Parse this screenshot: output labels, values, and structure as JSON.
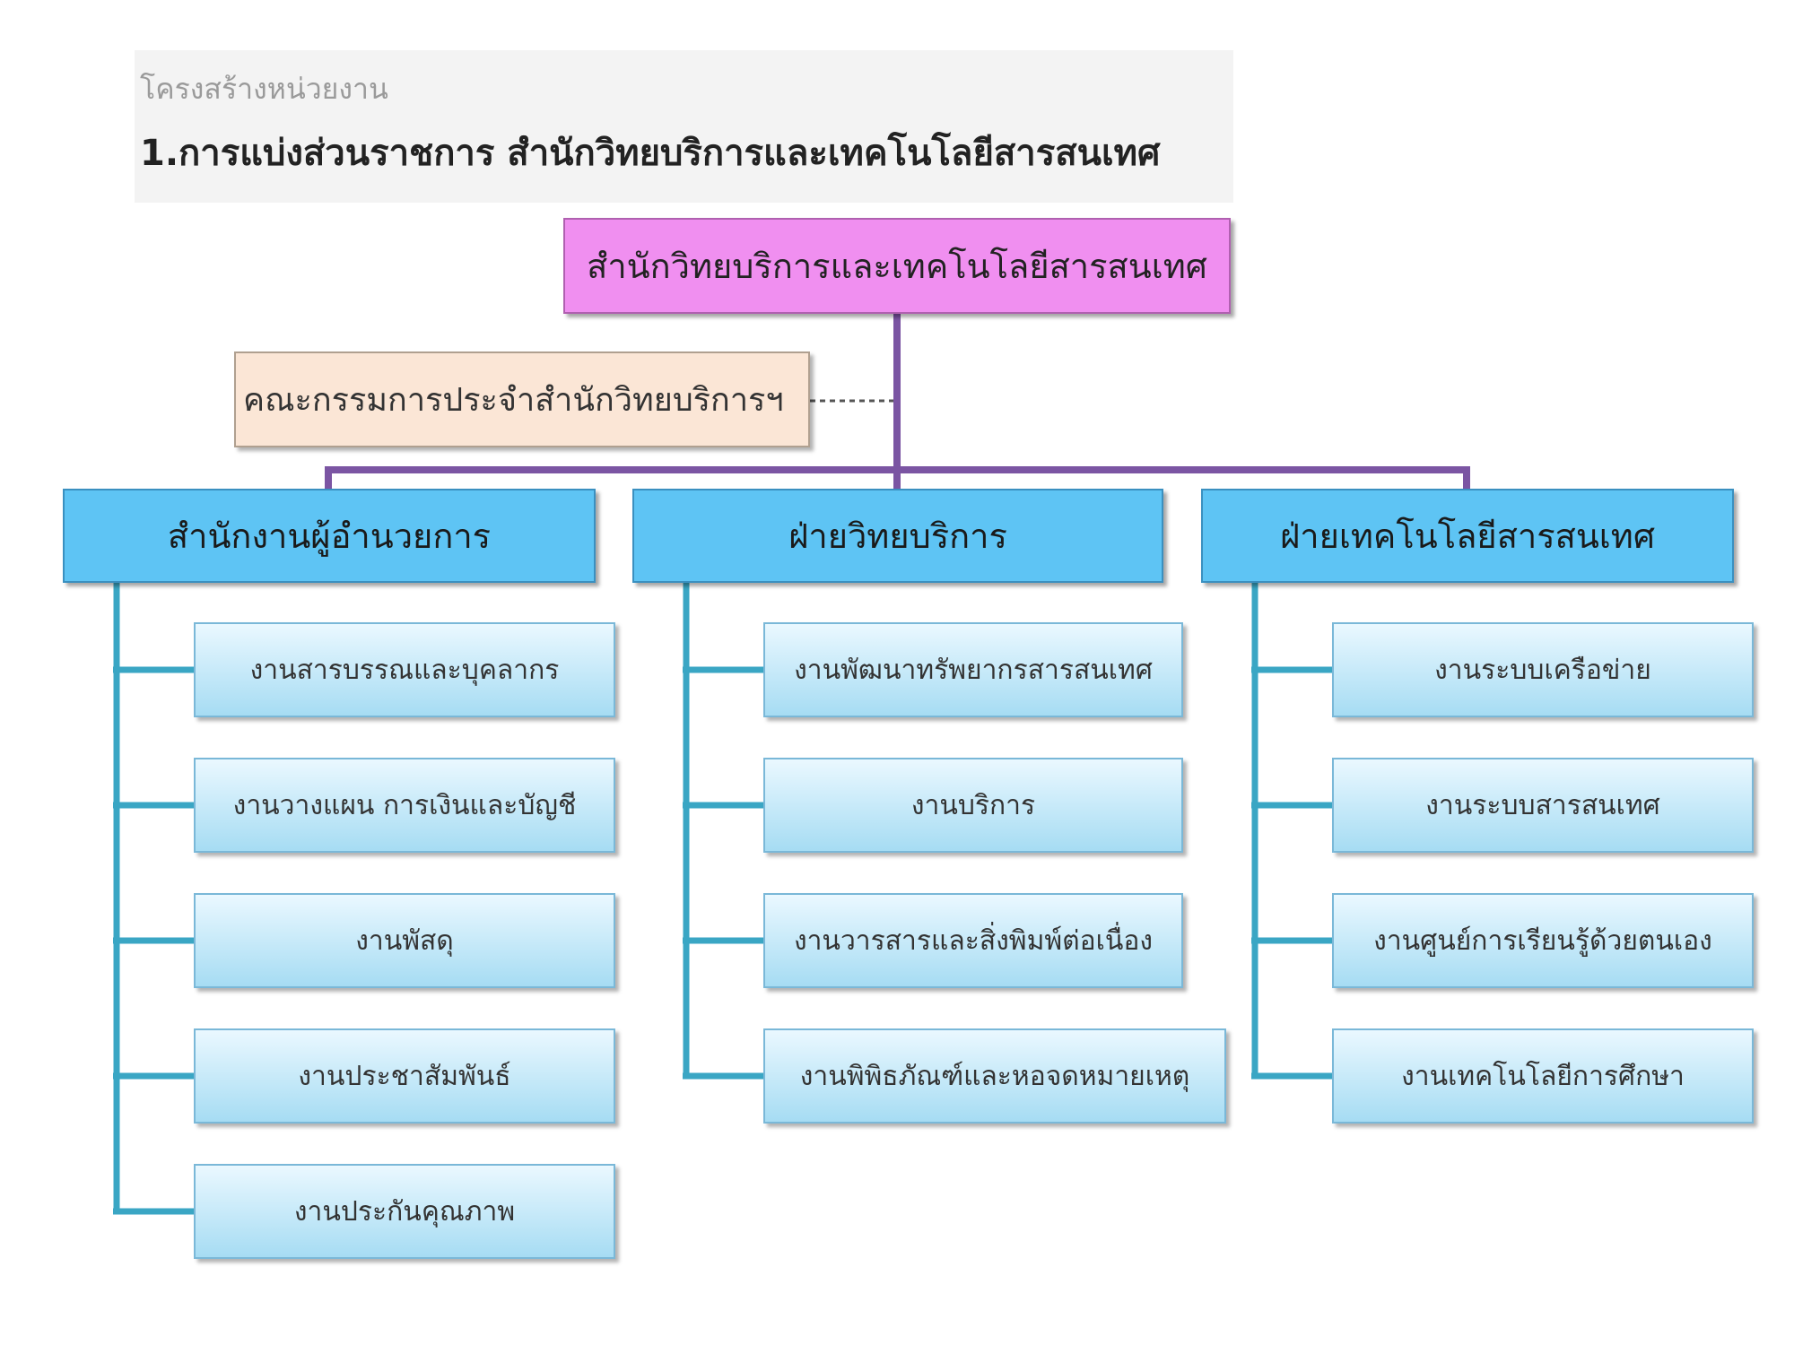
{
  "header": {
    "subtitle": "โครงสร้างหน่วยงาน",
    "title": "1.การแบ่งส่วนราชการ สำนักวิทยบริการและเทคโนโลยีสารสนเทศ"
  },
  "chart": {
    "root": "สำนักวิทยบริการและเทคโนโลยีสารสนเทศ",
    "committee": "คณะกรรมการประจำสำนักวิทยบริการฯ",
    "departments": [
      {
        "name": "สำนักงานผู้อำนวยการ",
        "units": [
          "งานสารบรรณและบุคลากร",
          "งานวางแผน การเงินและบัญชี",
          "งานพัสดุ",
          "งานประชาสัมพันธ์",
          "งานประกันคุณภาพ"
        ]
      },
      {
        "name": "ฝ่ายวิทยบริการ",
        "units": [
          "งานพัฒนาทรัพยากรสารสนเทศ",
          "งานบริการ",
          "งานวารสารและสิ่งพิมพ์ต่อเนื่อง",
          "งานพิพิธภัณฑ์และหอจดหมายเหตุ"
        ]
      },
      {
        "name": "ฝ่ายเทคโนโลยีสารสนเทศ",
        "units": [
          "งานระบบเครือข่าย",
          "งานระบบสารสนเทศ",
          "งานศูนย์การเรียนรู้ด้วยตนเอง",
          "งานเทคโนโลยีการศึกษา"
        ]
      }
    ]
  },
  "colors": {
    "root_fill": "#f08ff0",
    "committee_fill": "#fbe6d6",
    "department_fill": "#5ec4f4",
    "unit_fill": "#c6eafa",
    "top_connector": "#7b55a3",
    "unit_connector": "#3aa6c4"
  }
}
